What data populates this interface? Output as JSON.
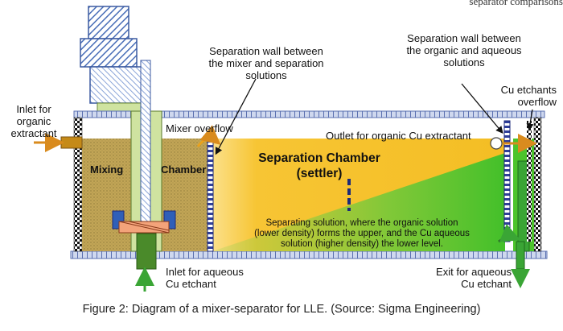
{
  "corner_text": "separator comparisons",
  "labels": {
    "wall_mixer": "Separation wall between\nthe mixer and separation\nsolutions",
    "wall_organic": "Separation wall between\nthe organic and aqueous\nsolutions",
    "cu_overflow": "Cu etchants\noverflow",
    "inlet_organic": "Inlet for\norganic\nextractant",
    "mixer_overflow": "Mixer overflow",
    "outlet_organic": "Outlet for organic Cu extractant",
    "mixing": "Mixing",
    "chamber": "Chamber",
    "separation_chamber": "Separation Chamber\n(settler)",
    "separating_solution": "Separating solution, where the organic solution\n(lower density) forms the upper, and the Cu aqueous\nsolution (higher density) the lower level.",
    "inlet_aqueous": "Inlet for aqueous\nCu etchant",
    "exit_aqueous": "Exit for aqueous\nCu etchant"
  },
  "caption": "Figure 2: Diagram of a mixer-separator for LLE. (Source: Sigma Engineering)",
  "colors": {
    "organic": "#f6c12a",
    "aqueous": "#5cc52e",
    "mixer_liquid": "#c2a556",
    "wall_blue": "#2f3f9a",
    "hatch_blue": "#5a7dc0",
    "arrow_orange": "#d98b1e",
    "arrow_green": "#3aa535"
  }
}
